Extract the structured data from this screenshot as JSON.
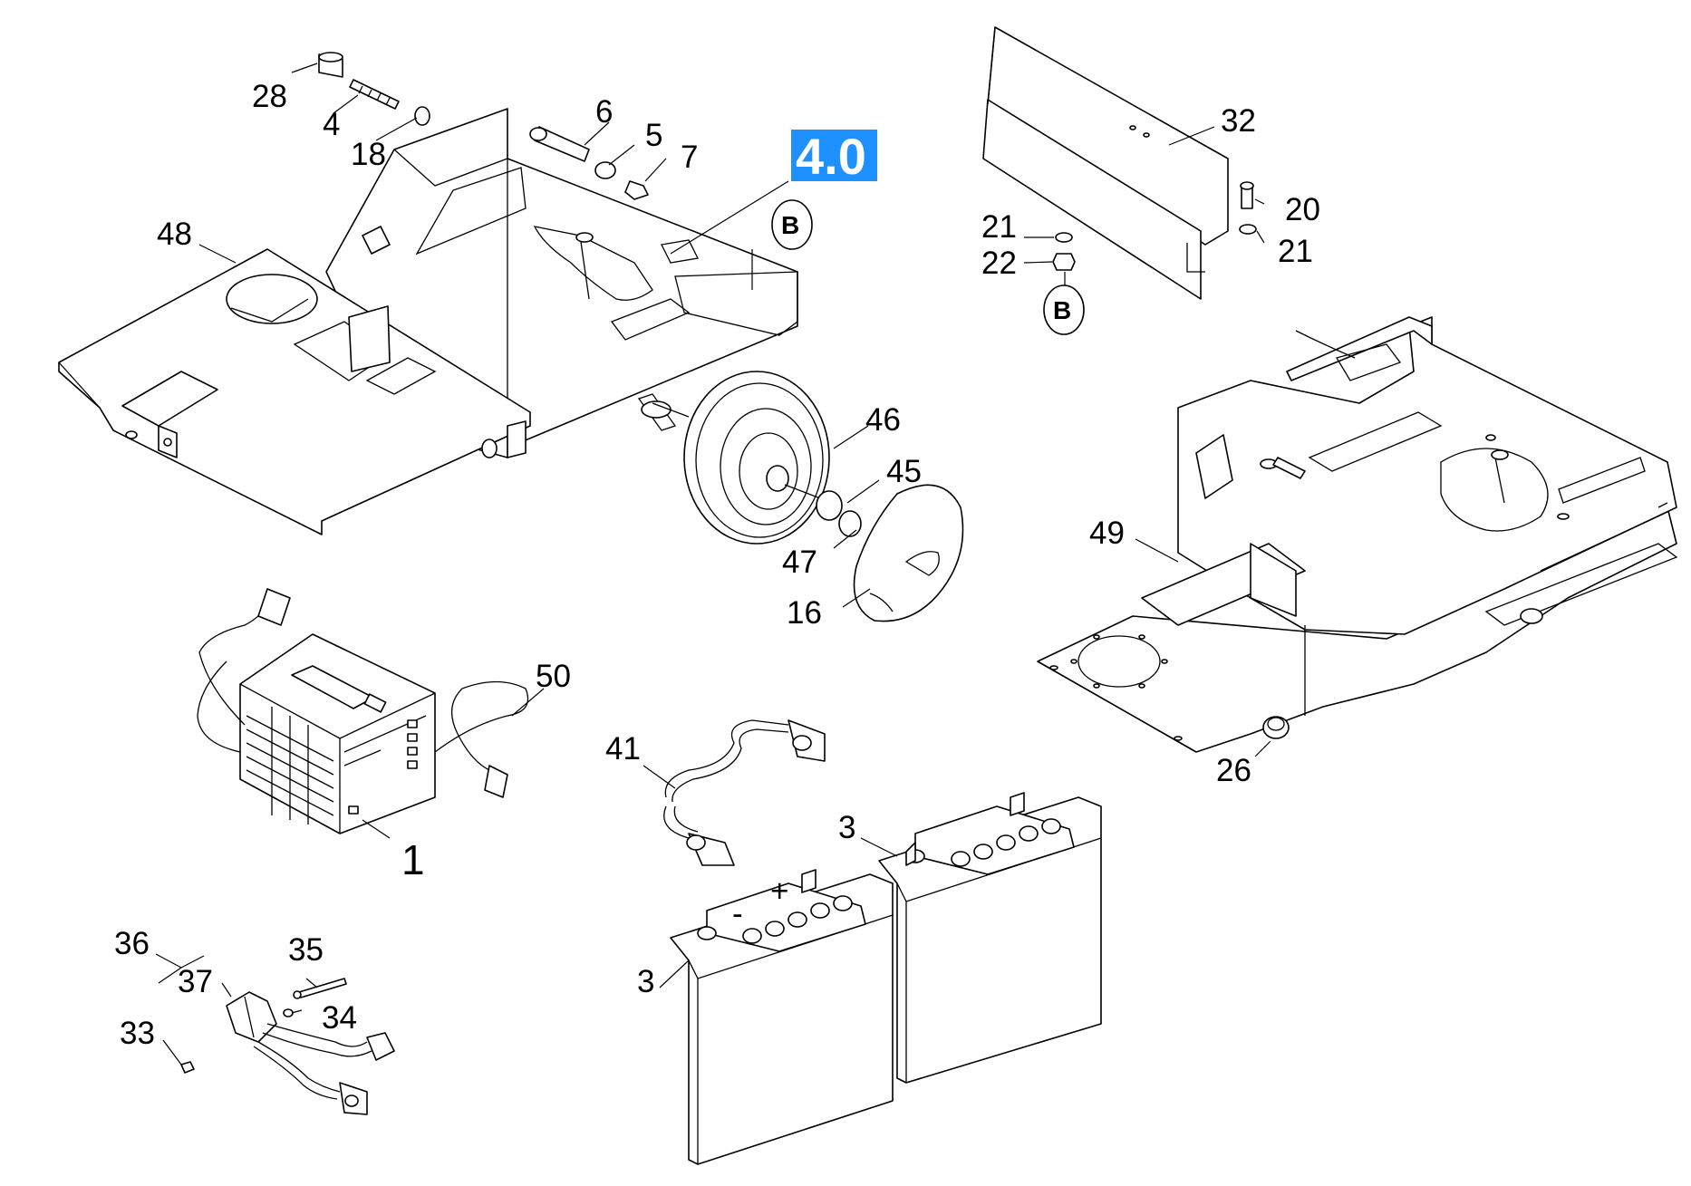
{
  "reference_badge": {
    "label": "4.0",
    "color": "#1e90ff"
  },
  "section_marker": "B",
  "callouts": {
    "c28": "28",
    "c4": "4",
    "c18": "18",
    "c6": "6",
    "c5": "5",
    "c7": "7",
    "c48": "48",
    "c46": "46",
    "c45": "45",
    "c47": "47",
    "c16": "16",
    "c32": "32",
    "c20": "20",
    "c21a": "21",
    "c21b": "21",
    "c22": "22",
    "c49": "49",
    "c26": "26",
    "c50": "50",
    "c1": "1",
    "c41": "41",
    "c3a": "3",
    "c3b": "3",
    "c36": "36",
    "c35": "35",
    "c37": "37",
    "c34": "34",
    "c33": "33"
  },
  "battery_terminals": {
    "plus": "+",
    "minus": "-"
  }
}
